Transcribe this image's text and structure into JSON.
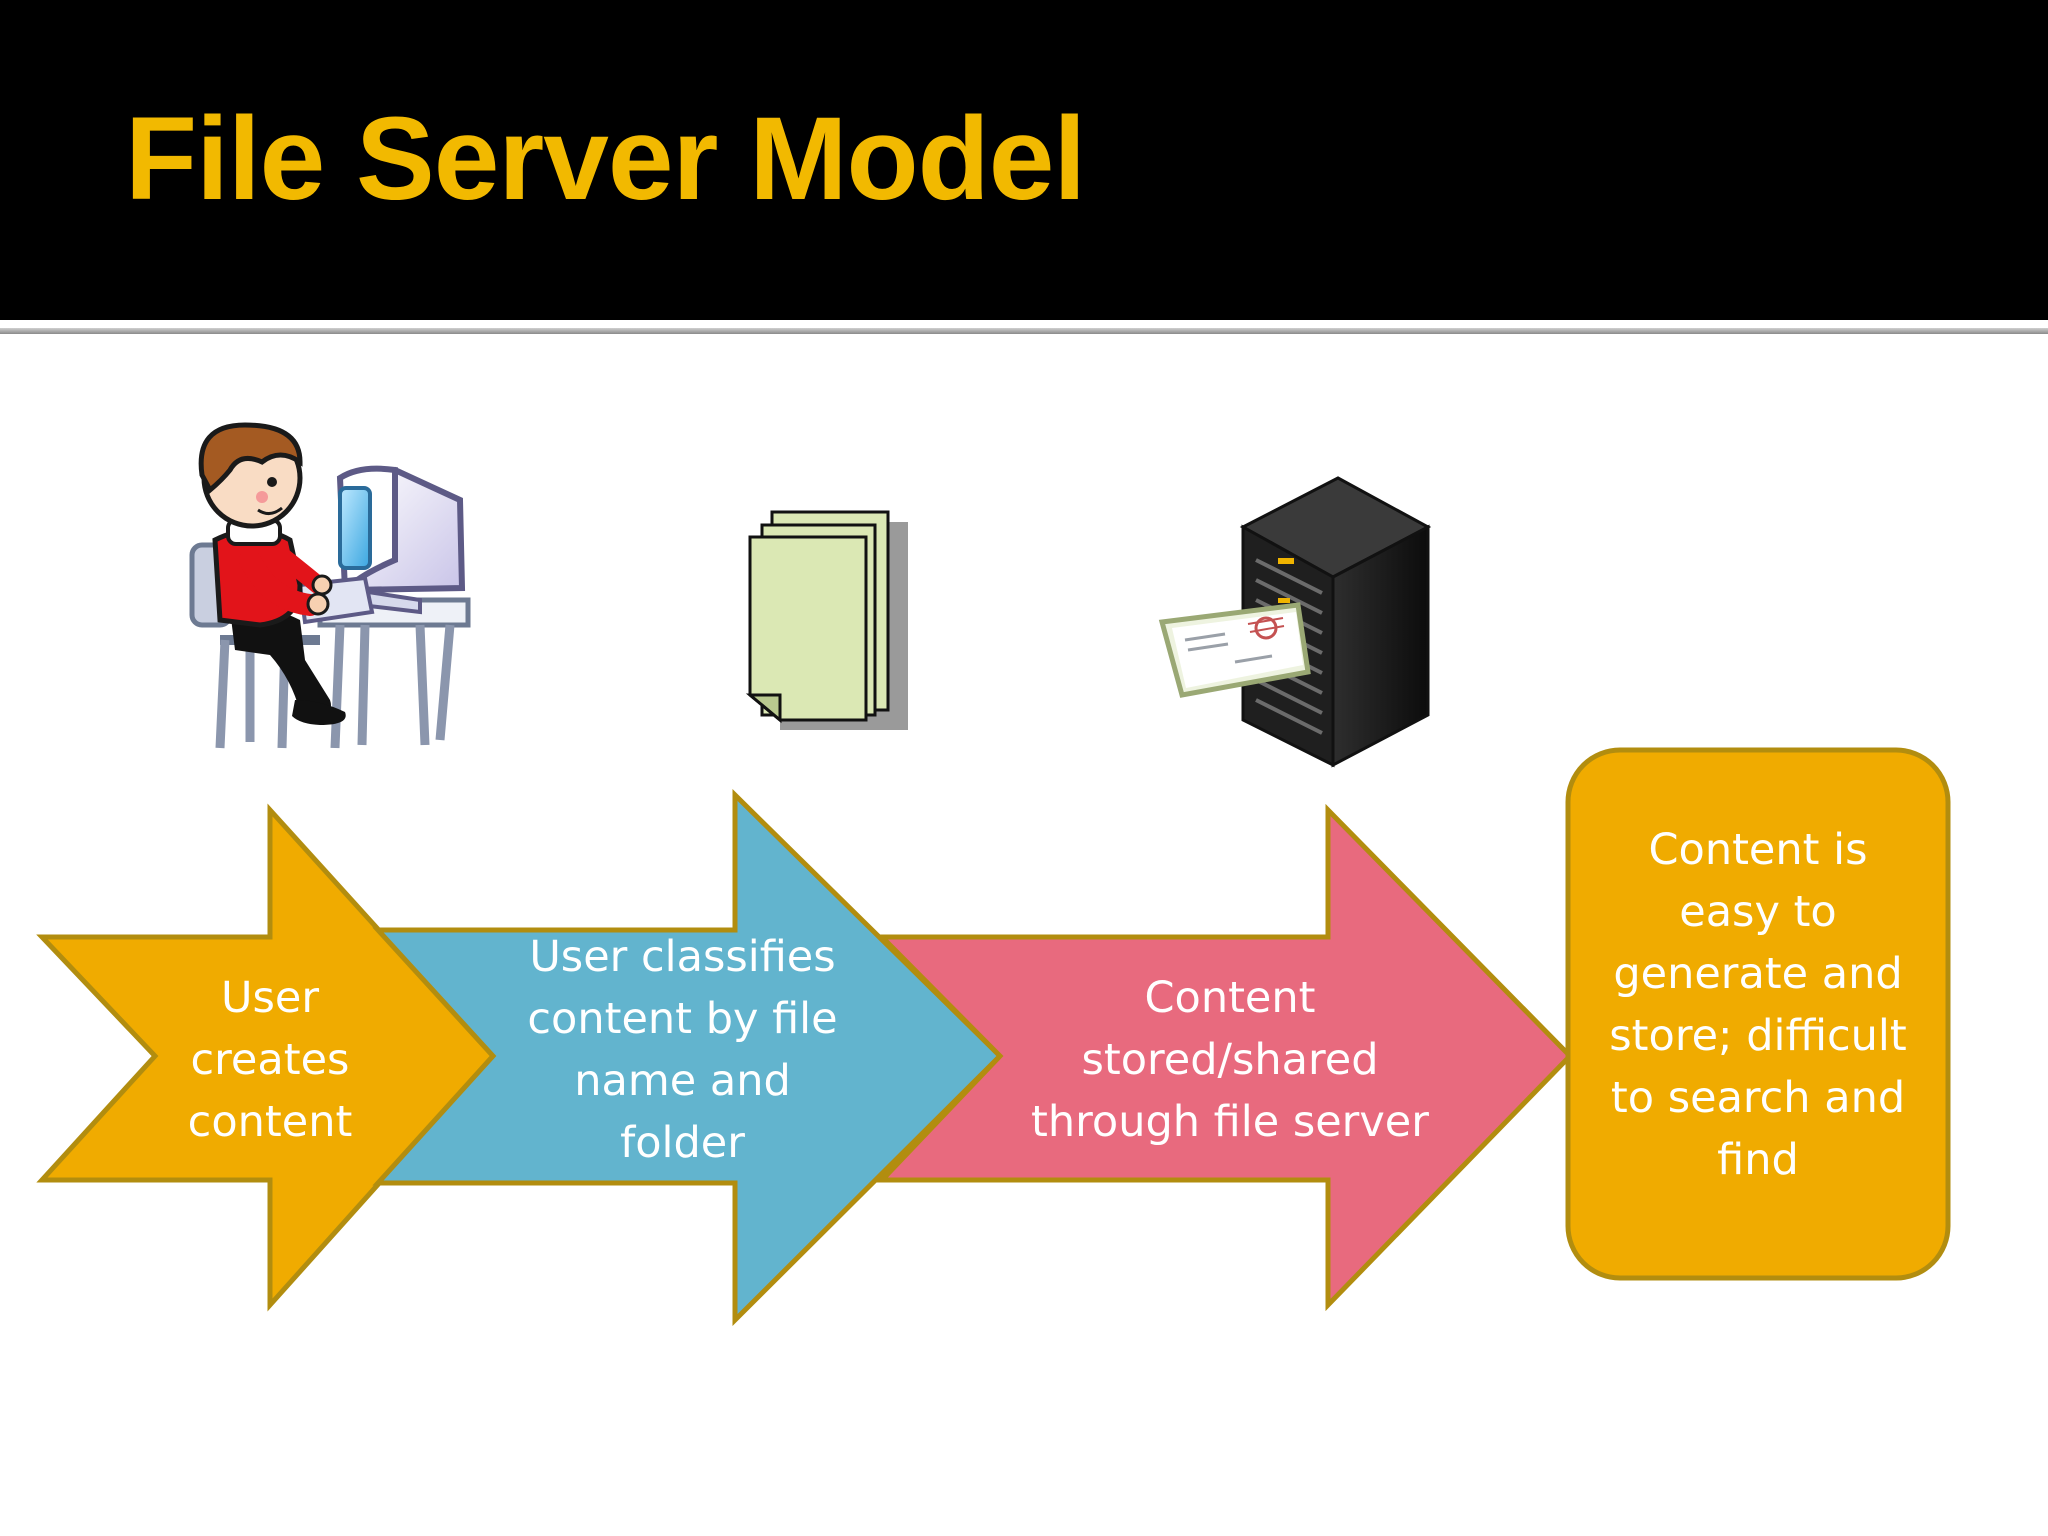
{
  "slide": {
    "title": "File Server Model"
  },
  "colors": {
    "title_bar": "#000000",
    "title_text": "#f2b900",
    "step1": "#f0ab00",
    "step2": "#62b4ce",
    "step3": "#e86a7e",
    "step4": "#f0ab00",
    "outline": "#b28d0f"
  },
  "icons": {
    "user": "user-at-computer-icon",
    "documents": "document-stack-icon",
    "server": "server-with-envelope-icon"
  },
  "steps": [
    {
      "label": "User\ncreates\ncontent"
    },
    {
      "label": "User classifies\ncontent by file\nname and\nfolder"
    },
    {
      "label": "Content\nstored/shared\nthrough file server"
    },
    {
      "label": "Content is\neasy to\ngenerate and\nstore; difficult\nto search and\nfind"
    }
  ]
}
